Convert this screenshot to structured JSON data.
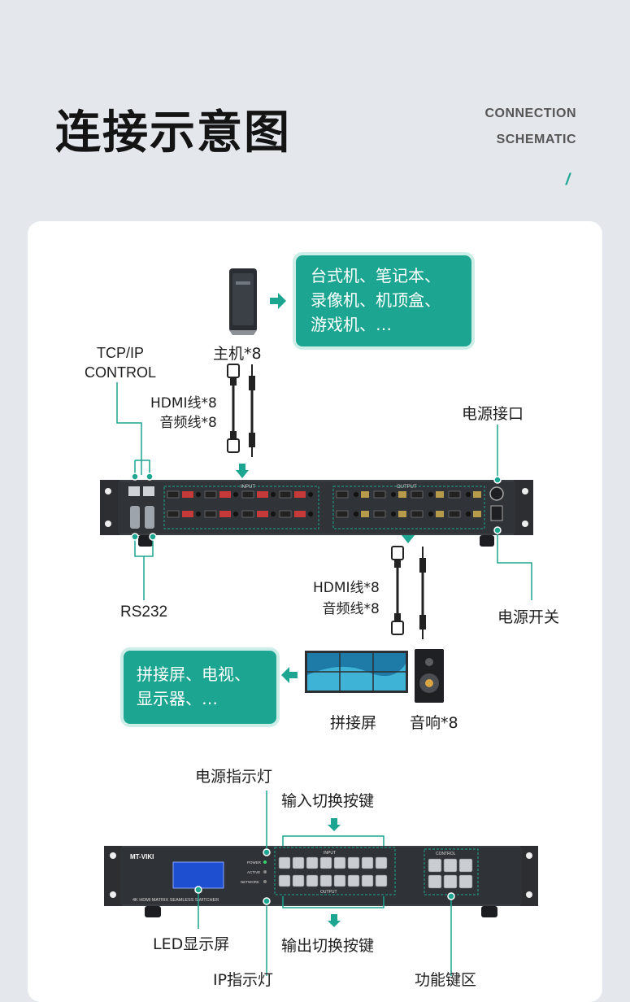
{
  "header": {
    "title": "连接示意图",
    "subtitle_line1": "CONNECTION",
    "subtitle_line2": "SCHEMATIC",
    "accent_color": "#1ca590"
  },
  "diagram1": {
    "source_label": "主机*8",
    "sources_bubble": [
      "台式机、笔记本、",
      "录像机、机顶盒、",
      "游戏机、…"
    ],
    "input_cables": [
      "HDMI线*8",
      "音频线*8"
    ],
    "tcp_label": [
      "TCP/IP",
      "CONTROL"
    ],
    "rs232_label": "RS232",
    "power_port_label": "电源接口",
    "power_switch_label": "电源开关",
    "output_cables": [
      "HDMI线*8",
      "音频线*8"
    ],
    "displays_bubble": [
      "拼接屏、电视、",
      "显示器、…"
    ],
    "videowall_label": "拼接屏",
    "speaker_label": "音响*8",
    "panel_input_text": "INPUT",
    "panel_output_text": "OUTPUT"
  },
  "diagram2": {
    "power_led_label": "电源指示灯",
    "input_keys_label": "输入切换按键",
    "output_keys_label": "输出切换按键",
    "led_screen_label": "LED显示屏",
    "brand": "MT-VIKI",
    "device_name": "4K HDMI MATRIX SEAMLESS SWITCHER",
    "status_leds": [
      "POWER",
      "ACTIVE",
      "NETWORK"
    ],
    "input_group": "INPUT",
    "output_group": "OUTPUT",
    "control_group": "CONTROL",
    "bottom_partial_left": "IP指示灯",
    "bottom_partial_right": "功能键区"
  }
}
